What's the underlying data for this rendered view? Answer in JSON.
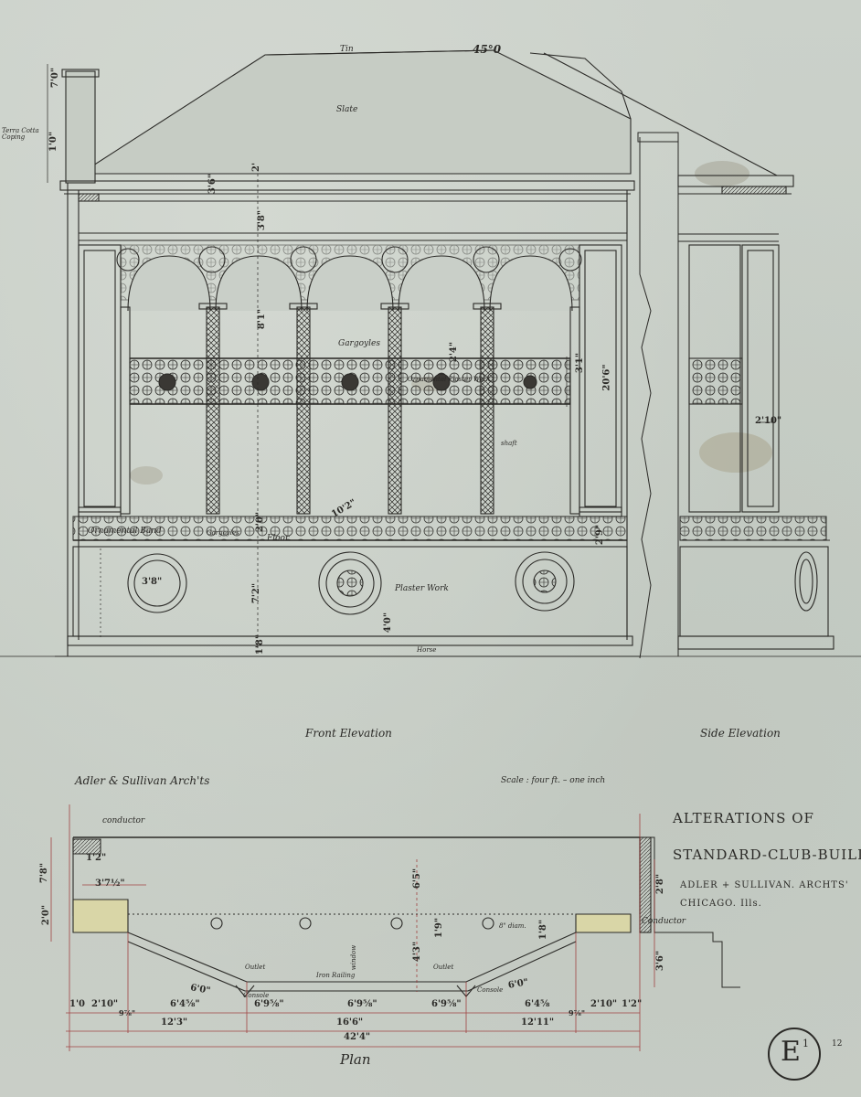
{
  "sheet": {
    "front_elevation_title": "Front Elevation",
    "side_elevation_title": "Side Elevation",
    "plan_title": "Plan",
    "architects_note": "Adler & Sullivan Arch'ts",
    "scale_note": "Scale : four ft. – one inch",
    "title_line1": "ALTERATIONS OF",
    "title_line2": "STANDARD-CLUB-BUILDING",
    "title_line3": "ADLER + SULLIVAN. ARCHTS'",
    "title_line4": "CHICAGO. Ills.",
    "sheet_id_letter": "E",
    "sheet_id_num": "1",
    "sheet_corner_num": "12"
  },
  "elevation_labels": {
    "tin": "Tin",
    "slate": "Slate",
    "terra_cotta": "Terra Cotta Coping",
    "gargoyles_upper": "Gargoyles",
    "ornamental_plaster": "Ornamental Plaster Work",
    "shaft": "shaft",
    "ornamental_band": "Ornamental Band",
    "gargoyles_lower": "Gargoyles",
    "floor": "Floor",
    "plaster_work": "Plaster Work",
    "horse": "Horse"
  },
  "elevation_dims": {
    "roof_angle": "45°0",
    "chimney": "7'0\"",
    "coping": "1'0\"",
    "cornice": "3'6\"",
    "cornice2": "2'",
    "frieze": "3'8\"",
    "arch": "8'1\"",
    "band": "2'4\"",
    "side_pier": "3'1\"",
    "side_upper": "20'6\"",
    "side_width": "2'10\"",
    "floor_gap": "2'0\"",
    "rail_depth": "10'2\"",
    "base_height": "7'2\"",
    "base_lower": "4'0\"",
    "medallion": "3'8\"",
    "right_rail": "2'9\"",
    "pier_gap": "1'8\""
  },
  "plan_labels": {
    "conductor_left": "conductor",
    "conductor_right": "Conductor",
    "window": "window",
    "railing": "Iron Railing",
    "outlet_left": "Outlet",
    "outlet_right": "Outlet",
    "console_left": "Console",
    "console_right": "Console",
    "diam": "8\" diam."
  },
  "plan_dims": {
    "left_h1": "7'8\"",
    "left_h2": "2'0\"",
    "left_w1": "3'7½\"",
    "left_small": "1'2\"",
    "depth_total": "6'5\"",
    "depth_lower": "4'3\"",
    "depth_inner": "1'9\"",
    "depth_side": "1'8\"",
    "right_h1": "2'8\"",
    "right_h2": "3'6\"",
    "seg_6_0_left": "6'0\"",
    "seg_6_0_right": "6'0\"",
    "row_a": [
      "1'0",
      "2'10\"",
      "6'4⅝\"",
      "6'9⅝\"",
      "6'9⅝\"",
      "6'9⅝\"",
      "6'4⅝",
      "2'10\"",
      "1'2\""
    ],
    "row_a_fractions": [
      "9⅞\"",
      "9⅞\""
    ],
    "row_b": [
      "12'3\"",
      "16'6\"",
      "12'11\""
    ],
    "row_c": "42'4\""
  },
  "colors": {
    "paper": "#c9cfc8",
    "ink": "#2b2a27",
    "red_line": "#9a2b2b",
    "yellow_fill": "#d9d6a7"
  }
}
